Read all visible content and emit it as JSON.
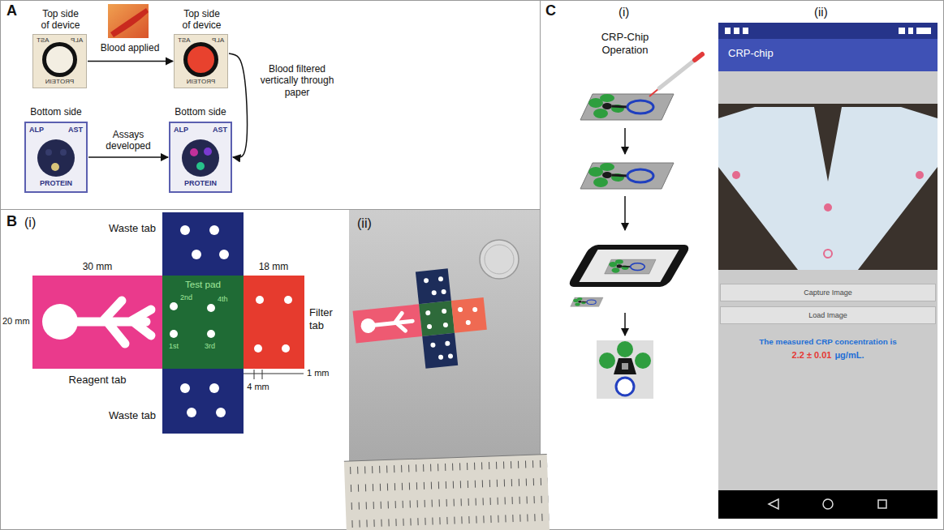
{
  "diagram": {
    "nodes": [
      {
        "text": [
          "Top side of device",
          "AST",
          "ALP",
          "PROTEIN"
        ]
      },
      {
        "text": [
          "Top side of device",
          "AST",
          "ALP",
          "PROTEIN"
        ]
      },
      {
        "text": [
          "Bottom side",
          "ALP",
          "AST",
          "PROTEIN"
        ]
      },
      {
        "text": [
          "Bottom side",
          "ALP",
          "AST",
          "PROTEIN"
        ]
      },
      {
        "text": [
          "Waste tab"
        ]
      },
      {
        "text": [
          "Reagent tab"
        ]
      },
      {
        "text": [
          "Test pad",
          "2nd",
          "4th",
          "1st",
          "3rd"
        ]
      },
      {
        "text": [
          "Filter tab"
        ]
      },
      {
        "text": [
          "Waste tab"
        ]
      },
      {
        "text": [
          "CRP-chip",
          "The measured CRP concentration is",
          "2.2 ± 0.01",
          "μg/mL."
        ]
      },
      {
        "text": [
          "Capture Image"
        ],
        "in": 9
      },
      {
        "text": [
          "Load Image"
        ],
        "in": 9
      }
    ],
    "edges": [
      {
        "from": 0,
        "to": 1,
        "label": "Blood applied",
        "arrow": "to"
      },
      {
        "from": 1,
        "to": 3,
        "label": "Blood filtered vertically through paper",
        "arrow": "to"
      },
      {
        "from": 2,
        "to": 3,
        "label": "Assays developed",
        "arrow": "to"
      }
    ],
    "labels": [
      "A",
      "B",
      "(i)",
      "30 mm",
      "18 mm",
      "20 mm",
      "1 mm",
      "4 mm",
      "(ii)",
      "C",
      "(i)",
      "CRP-Chip Operation",
      "(ii)"
    ]
  }
}
